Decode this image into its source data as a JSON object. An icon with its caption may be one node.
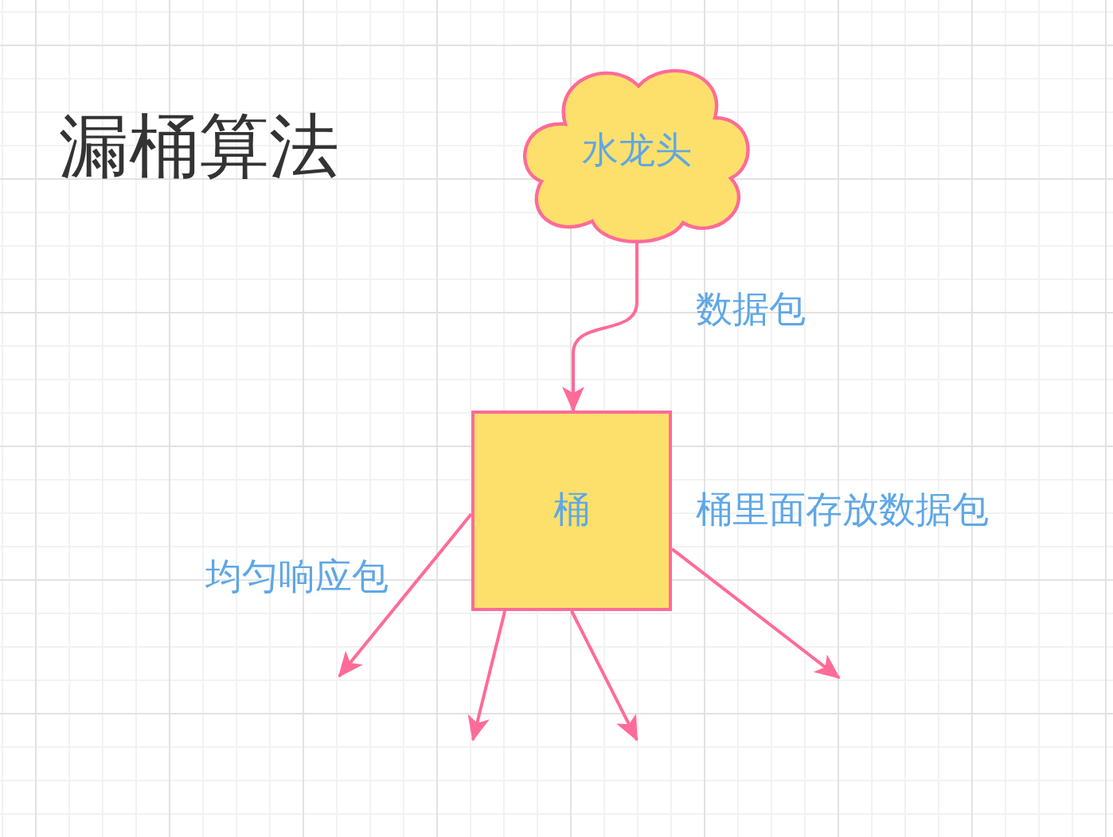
{
  "diagram": {
    "title": "漏桶算法",
    "nodes": [
      {
        "text": [
          "水龙头"
        ]
      },
      {
        "text": [
          "桶"
        ],
        "beside": [
          "桶里面存放数据包"
        ]
      }
    ],
    "edges": [
      {
        "from": 0,
        "to": 1,
        "arrow": "to",
        "label": "数据包"
      },
      {
        "from": 1,
        "to": null,
        "arrow": "to"
      },
      {
        "from": 1,
        "to": null,
        "arrow": "to"
      },
      {
        "from": 1,
        "to": null,
        "arrow": "to"
      },
      {
        "from": 1,
        "to": null,
        "arrow": "to"
      }
    ],
    "labels": [
      "均匀响应包"
    ]
  }
}
